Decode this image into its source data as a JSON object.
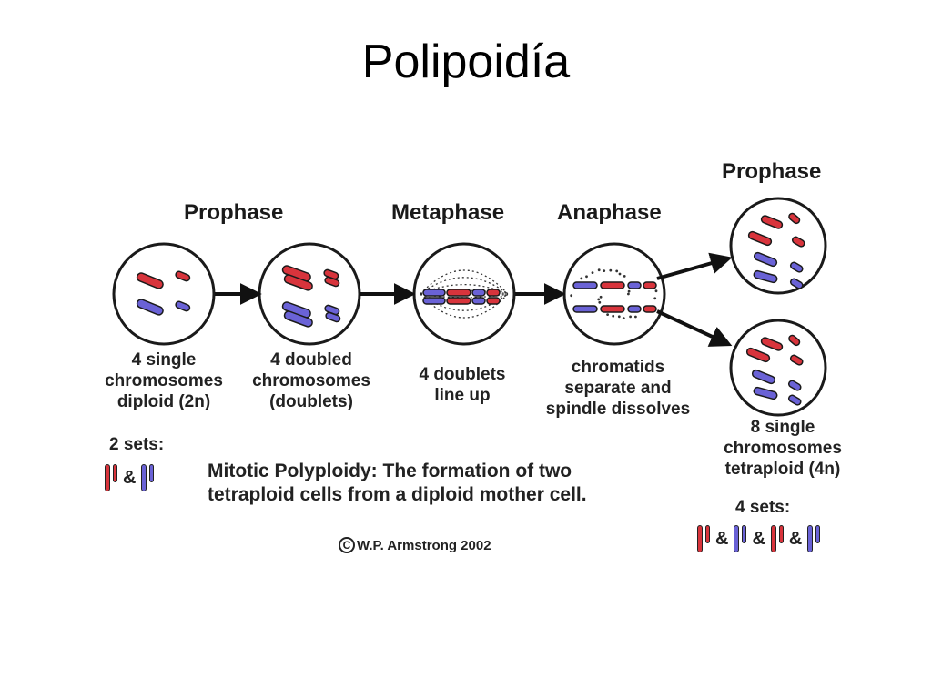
{
  "title": "Polipoidía",
  "stages": {
    "prophase_1": "Prophase",
    "metaphase": "Metaphase",
    "anaphase": "Anaphase",
    "prophase_2": "Prophase"
  },
  "descriptions": {
    "cell1": [
      "4 single",
      "chromosomes",
      "diploid (2n)"
    ],
    "cell2": [
      "4 doubled",
      "chromosomes",
      "(doublets)"
    ],
    "cell3": [
      "4 doublets",
      "line up"
    ],
    "cell4": [
      "chromatids",
      "separate and",
      "spindle dissolves"
    ],
    "cell5": [
      "8 single",
      "chromosomes",
      "tetraploid (4n)"
    ]
  },
  "sets_left": {
    "label": "2 sets:",
    "amp": "&"
  },
  "sets_right": {
    "label": "4 sets:",
    "amp": "&"
  },
  "caption": [
    "Mitotic Polyploidy:  The formation of two",
    "tetraploid cells from a diploid mother cell."
  ],
  "credit": "W.P. Armstrong 2002",
  "copyright_symbol": "C",
  "colors": {
    "red": "#d8343c",
    "blue": "#6a62d6",
    "outline": "#1a1a1a"
  }
}
